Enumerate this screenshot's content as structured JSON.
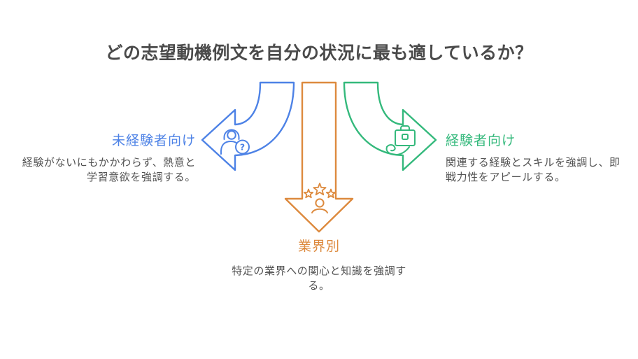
{
  "title": "どの志望動機例文を自分の状況に最も適しているか？",
  "colors": {
    "background": "#ffffff",
    "title_text": "#4a4a4a",
    "body_text": "#525252",
    "blue_branch": "#4d82e6",
    "green_branch": "#34b97c",
    "orange_branch": "#dd8a3e"
  },
  "branches": {
    "beginner": {
      "label": "未経験者向け",
      "description": "経験がないにもかかわらず、熱意と\n学習意欲を強調する。",
      "icon": "support-person-question-icon",
      "direction": "left",
      "color": "#4d82e6"
    },
    "experienced": {
      "label": "経験者向け",
      "description": "関連する経験とスキルを強調し、即\n戦力性をアピールする。",
      "icon": "hand-briefcase-icon",
      "direction": "right",
      "color": "#34b97c"
    },
    "industry": {
      "label": "業界別",
      "description": "特定の業界への関心と知識を強調す\nる。",
      "icon": "person-three-stars-icon",
      "direction": "down",
      "color": "#dd8a3e"
    }
  },
  "icons": {
    "question_mark": "?"
  }
}
